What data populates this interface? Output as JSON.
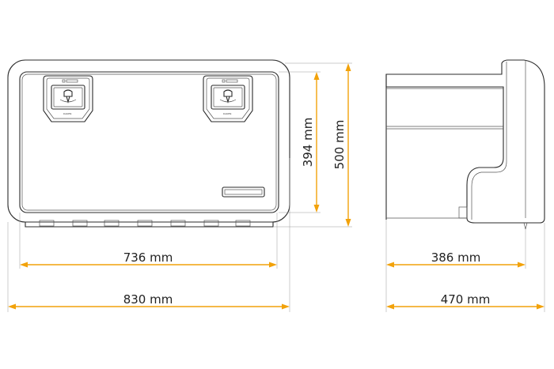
{
  "colors": {
    "dimension": "#f2a20a",
    "outline": "#2b2b2b",
    "text": "#222222"
  },
  "front_view": {
    "lock_label": "DAKEN",
    "dimensions": {
      "inner_width": "736 mm",
      "outer_width": "830 mm",
      "inner_height": "394 mm",
      "outer_height": "500 mm"
    }
  },
  "side_view": {
    "dimensions": {
      "inner_depth": "386 mm",
      "outer_depth": "470 mm"
    }
  }
}
